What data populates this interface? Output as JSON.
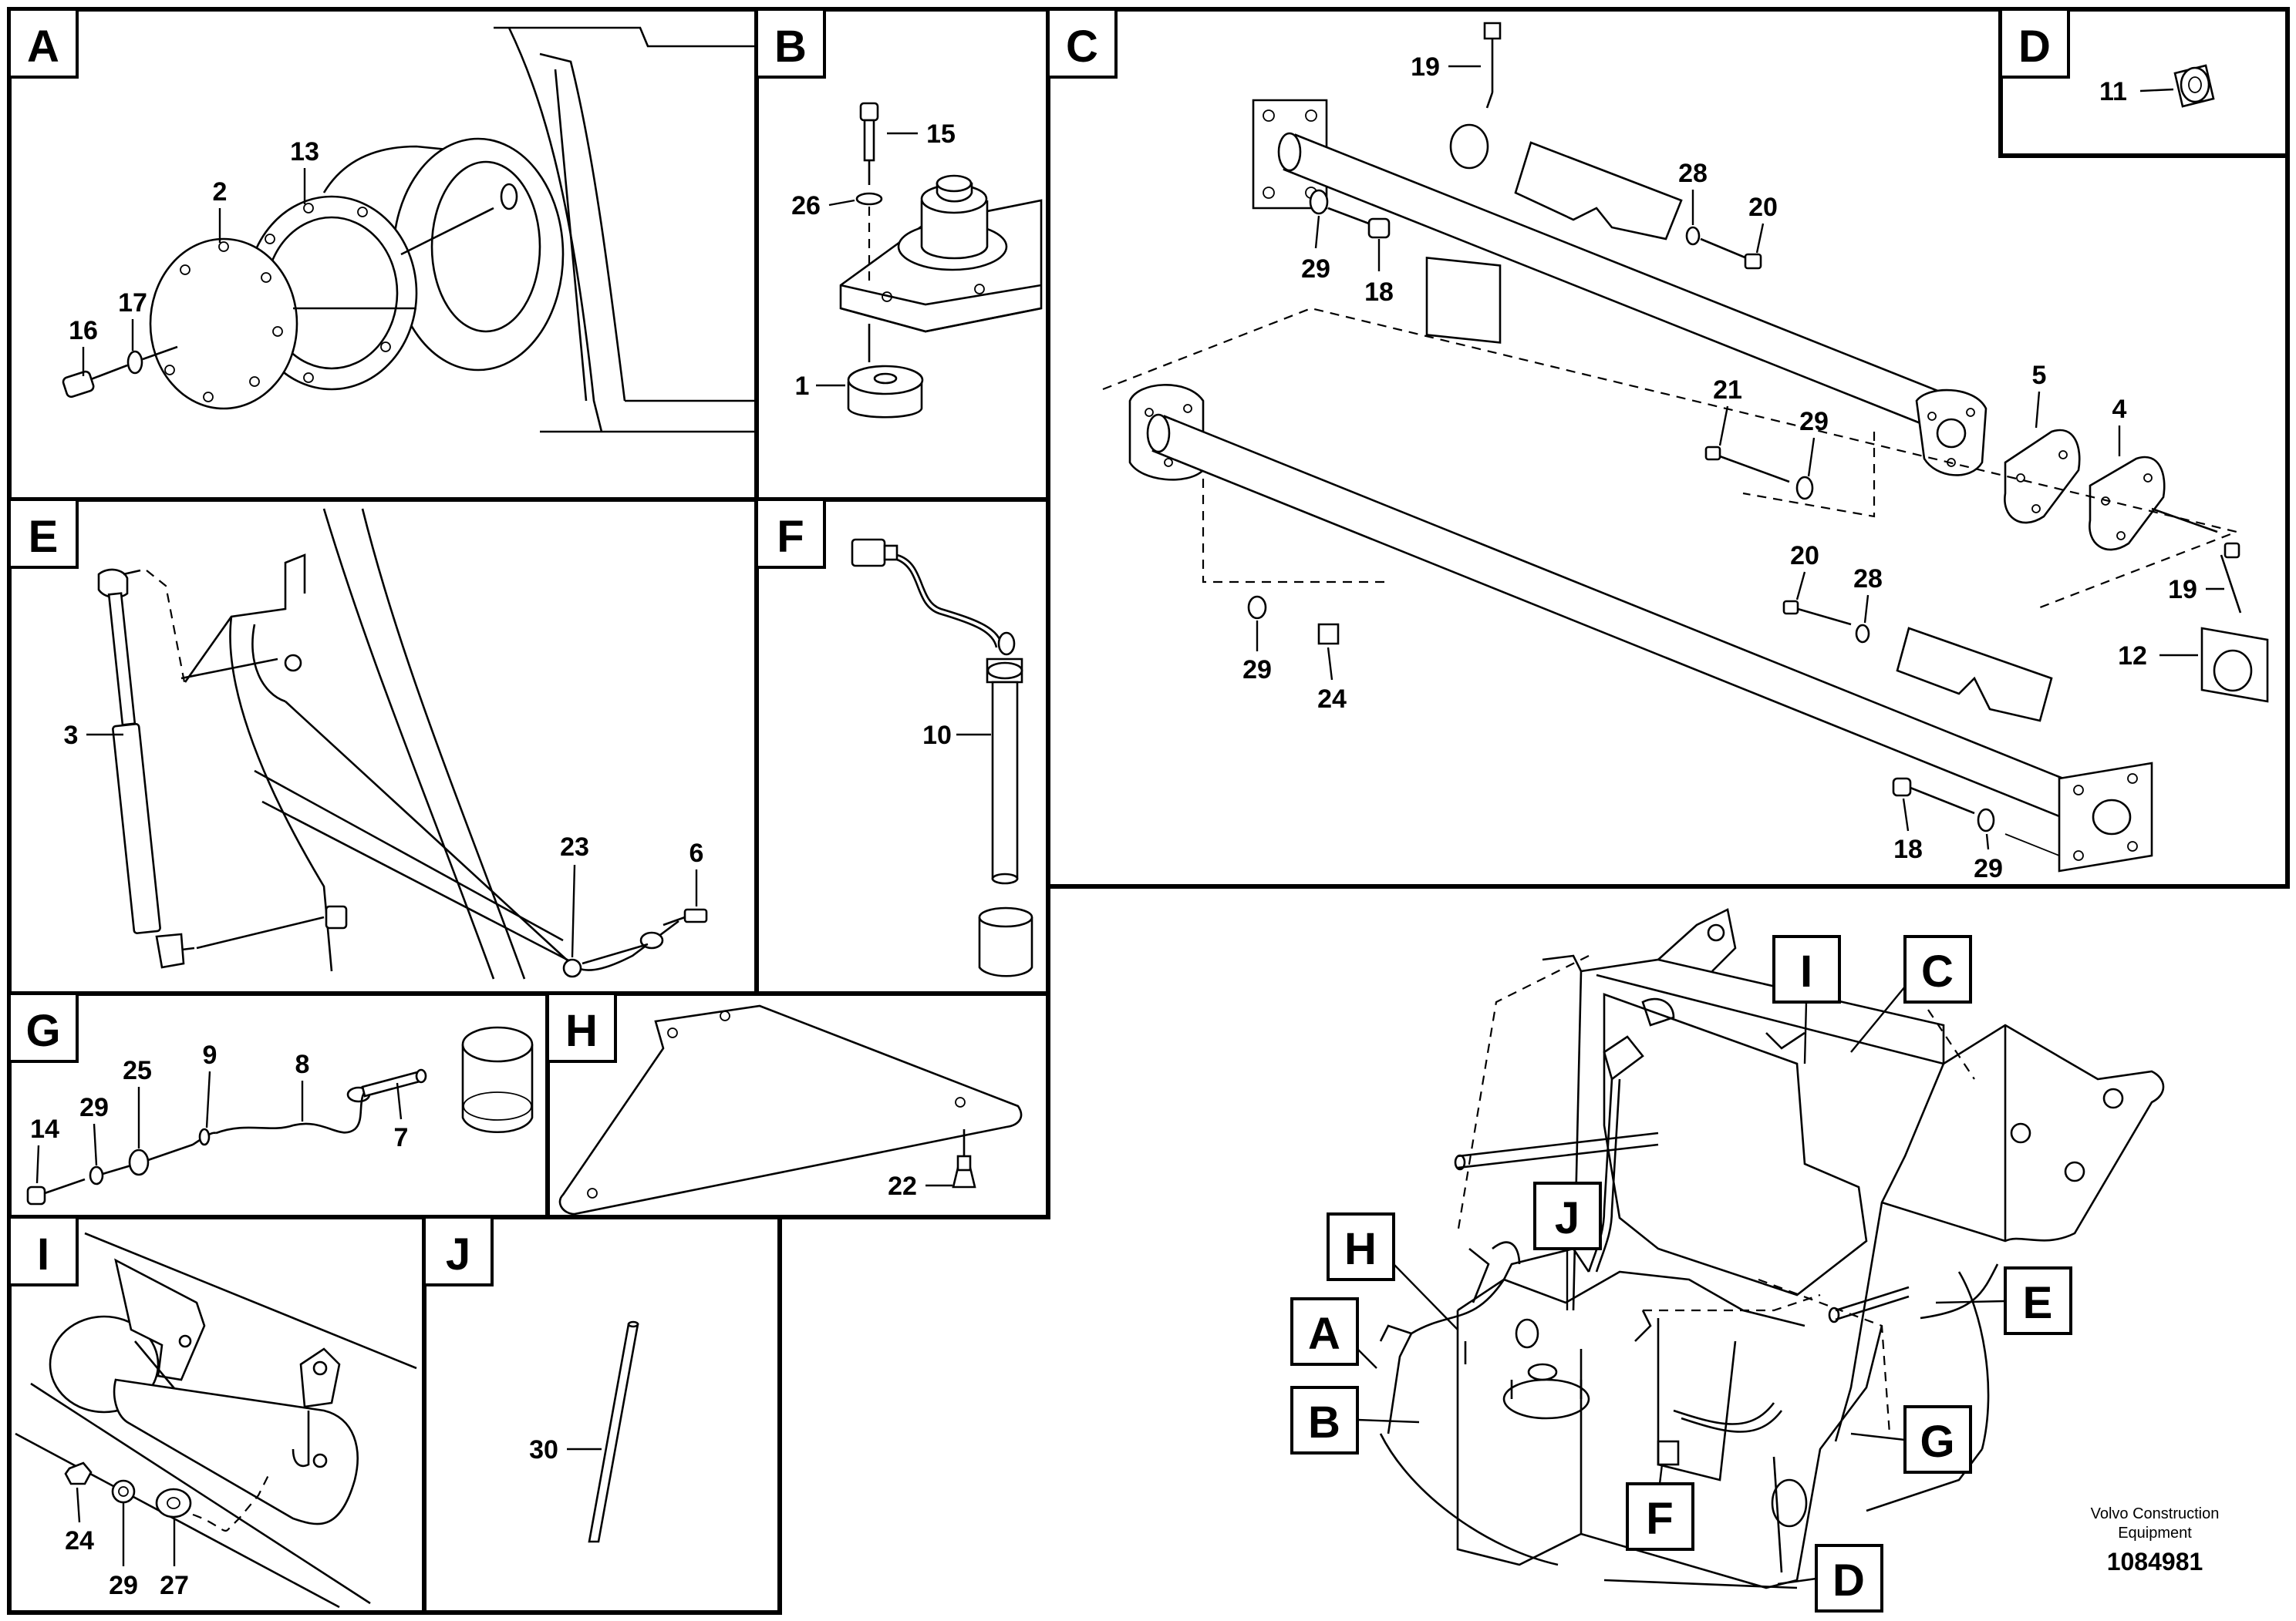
{
  "panels": {
    "A": {
      "tag": "A",
      "labels": [
        "2",
        "13",
        "16",
        "17"
      ]
    },
    "B": {
      "tag": "B",
      "labels": [
        "15",
        "26",
        "1"
      ]
    },
    "C": {
      "tag": "C",
      "labels": [
        "19",
        "28",
        "20",
        "29",
        "18",
        "21",
        "29",
        "5",
        "4",
        "20",
        "28",
        "19",
        "12",
        "29",
        "24",
        "18",
        "29"
      ]
    },
    "D": {
      "tag": "D",
      "labels": [
        "11"
      ]
    },
    "E": {
      "tag": "E",
      "labels": [
        "3",
        "23",
        "6"
      ]
    },
    "F": {
      "tag": "F",
      "labels": [
        "10"
      ]
    },
    "G": {
      "tag": "G",
      "labels": [
        "14",
        "29",
        "25",
        "9",
        "8",
        "7"
      ]
    },
    "H": {
      "tag": "H",
      "labels": [
        "22"
      ]
    },
    "I": {
      "tag": "I",
      "labels": [
        "24",
        "29",
        "27"
      ]
    },
    "J": {
      "tag": "J",
      "labels": [
        "30"
      ]
    }
  },
  "overview_callouts": [
    "I",
    "C",
    "H",
    "J",
    "A",
    "B",
    "E",
    "G",
    "F",
    "D"
  ],
  "credit": {
    "line1": "Volvo Construction",
    "line2": "Equipment",
    "number": "1084981"
  },
  "colors": {
    "line": "#000000",
    "background": "#ffffff",
    "part_fill": "#e9e9e9"
  }
}
